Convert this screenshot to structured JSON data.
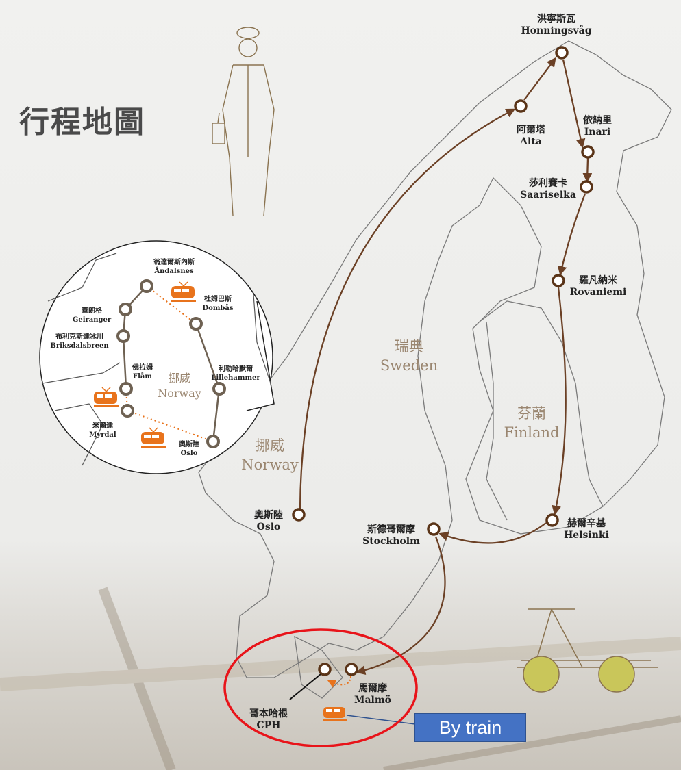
{
  "title": "行程地圖",
  "regions": {
    "sweden": {
      "zh": "瑞典",
      "en": "Sweden"
    },
    "finland": {
      "zh": "芬蘭",
      "en": "Finland"
    },
    "norway": {
      "zh": "挪威",
      "en": "Norway"
    },
    "inset_norway": {
      "zh": "挪威",
      "en": "Norway"
    }
  },
  "main_route": [
    {
      "zh": "奧斯陸",
      "en": "Oslo"
    },
    {
      "zh": "阿爾塔",
      "en": "Alta"
    },
    {
      "zh": "洪寧斯瓦",
      "en": "Honningsvåg"
    },
    {
      "zh": "依納里",
      "en": "Inari"
    },
    {
      "zh": "莎利賽卡",
      "en": "Saariselka"
    },
    {
      "zh": "羅凡納米",
      "en": "Rovaniemi"
    },
    {
      "zh": "赫爾辛基",
      "en": "Helsinki"
    },
    {
      "zh": "斯德哥爾摩",
      "en": "Stockholm"
    },
    {
      "zh": "馬爾摩",
      "en": "Malmö"
    },
    {
      "zh": "哥本哈根",
      "en": "CPH"
    }
  ],
  "inset_route": [
    {
      "zh": "奧斯陸",
      "en": "Oslo"
    },
    {
      "zh": "利勒哈默爾",
      "en": "Lillehammer"
    },
    {
      "zh": "杜姆巴斯",
      "en": "Dombås"
    },
    {
      "zh": "翁達爾斯內斯",
      "en": "Åndalsnes"
    },
    {
      "zh": "蓋朗格",
      "en": "Geiranger"
    },
    {
      "zh": "布利克斯達冰川",
      "en": "Briksdalsbreen"
    },
    {
      "zh": "佛拉姆",
      "en": "Flåm"
    },
    {
      "zh": "米爾達",
      "en": "Myrdal"
    }
  ],
  "callout": {
    "label": "By train"
  },
  "colors": {
    "route": "#6b4025",
    "train": "#e8731c",
    "highlight": "#e8141a",
    "callout": "#4472c4"
  }
}
